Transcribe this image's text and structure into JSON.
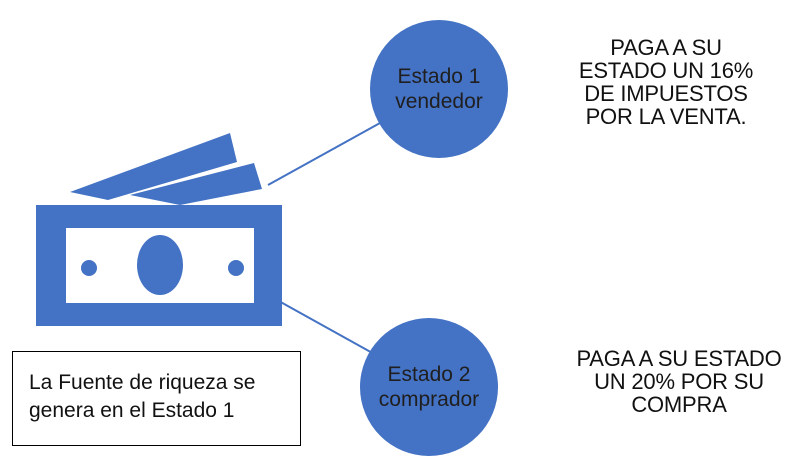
{
  "colors": {
    "accent": "#4472c4",
    "text": "#111111",
    "background": "#ffffff"
  },
  "icon": "money-bills-icon",
  "state_1": {
    "label_line1": "Estado 1",
    "label_line2": "vendedor",
    "note_lines": [
      "PAGA A SU",
      "ESTADO UN 16%",
      "DE IMPUESTOS",
      "POR LA VENTA."
    ]
  },
  "state_2": {
    "label_line1": "Estado 2",
    "label_line2": "comprador",
    "note_lines": [
      "PAGA A SU ESTADO",
      "UN 20% POR SU",
      "COMPRA"
    ]
  },
  "source_box": {
    "line1": "La Fuente de riqueza se",
    "line2": "genera en el Estado 1"
  }
}
